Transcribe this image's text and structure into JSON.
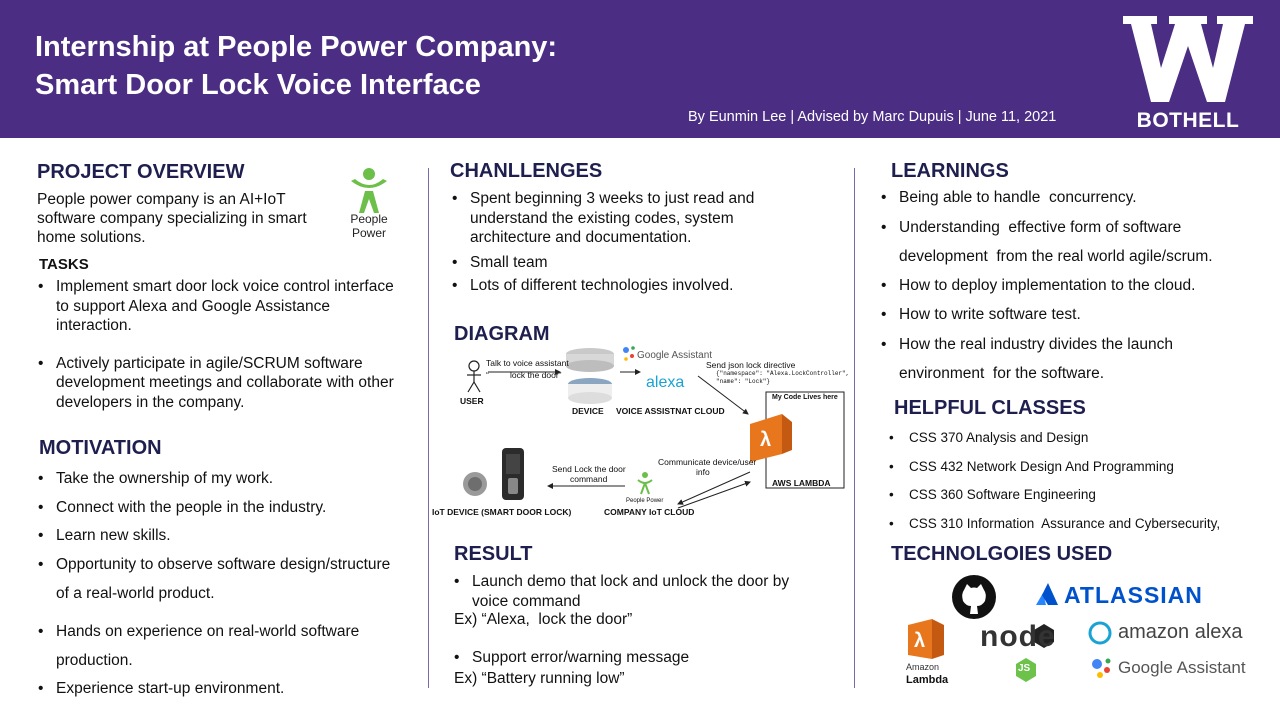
{
  "header": {
    "title_line1": "Internship at People Power Company:",
    "title_line2": "Smart Door Lock Voice Interface",
    "byline": "By Eunmin Lee | Advised by Marc Dupuis | June 11, 2021",
    "logo_text": "BOTHELL"
  },
  "colors": {
    "header_bg": "#4b2e83",
    "section_title": "#1f1f4f",
    "divider": "#7c6aa8"
  },
  "overview": {
    "title": "PROJECT OVERVIEW",
    "text": "People power company is an AI+IoT software company specializing in smart home solutions.",
    "logo_text": "People Power"
  },
  "tasks": {
    "title": "TASKS",
    "items": [
      "Implement smart door lock voice control interface to support Alexa and Google Assistance interaction.",
      "Actively participate in agile/SCRUM software development meetings and collaborate with other developers in the company."
    ]
  },
  "motivation": {
    "title": "MOTIVATION",
    "items": [
      "Take the ownership of my work.",
      "Connect with the people in the industry.",
      "Learn new skills.",
      "Opportunity to observe software design/structure of a real-world product.",
      "Hands on experience on real-world software production.",
      "Experience start-up environment."
    ]
  },
  "challenges": {
    "title": "CHANLLENGES",
    "items": [
      "Spent beginning 3 weeks to just read and understand the existing codes, system architecture and documentation.",
      "Small team",
      "Lots of different technologies involved."
    ]
  },
  "diagram": {
    "title": "DIAGRAM",
    "labels": {
      "user": "USER",
      "talk": "Talk to voice assistant",
      "quote_open": "“",
      "lock_phrase": "lock the door”",
      "device": "DEVICE",
      "google_assistant": "Google Assistant",
      "alexa": "alexa",
      "voice_cloud": "VOICE ASSISTNAT CLOUD",
      "send_json": "Send json lock directive",
      "json1": "{\"namespace\": \"Alexa.LockController\",",
      "json2": "\"name\": \"Lock\"}",
      "my_code": "My Code Lives here",
      "aws_lambda": "AWS LAMBDA",
      "communicate1": "Communicate device/user",
      "communicate2": "info",
      "send_lock1": "Send Lock the door",
      "send_lock2": "command",
      "people_power": "People Power",
      "iot_cloud": "COMPANY IoT CLOUD",
      "iot_device": "IoT DEVICE (SMART DOOR LOCK)"
    }
  },
  "result": {
    "title": "RESULT",
    "item1": "Launch demo that lock and unlock the door by voice command",
    "ex1": "Ex) “Alexa,  lock the door”",
    "item2": "Support error/warning message",
    "ex2": "Ex) “Battery running low”"
  },
  "learnings": {
    "title": "LEARNINGS",
    "items": [
      "Being able to handle  concurrency.",
      "Understanding  effective form of software development  from the real world agile/scrum.",
      "How to deploy implementation to the cloud.",
      "How to write software test.",
      "How the real industry divides the launch environment  for the software."
    ]
  },
  "classes": {
    "title": "HELPFUL CLASSES",
    "items": [
      "CSS 370 Analysis and Design",
      "CSS 432 Network Design And Programming",
      "CSS 360 Software Engineering",
      "CSS 310 Information  Assurance and Cybersecurity,"
    ]
  },
  "technologies": {
    "title": "TECHNOLGOIES USED",
    "atlassian": "ATLASSIAN",
    "amazon_alexa": "amazon alexa",
    "google_assistant": "Google Assistant",
    "lambda_line1": "Amazon",
    "lambda_line2": "Lambda",
    "node": "node",
    "js": "JS",
    "icons": [
      "github-icon",
      "atlassian-icon",
      "aws-lambda-icon",
      "nodejs-icon",
      "amazon-alexa-icon",
      "google-assistant-icon"
    ]
  }
}
